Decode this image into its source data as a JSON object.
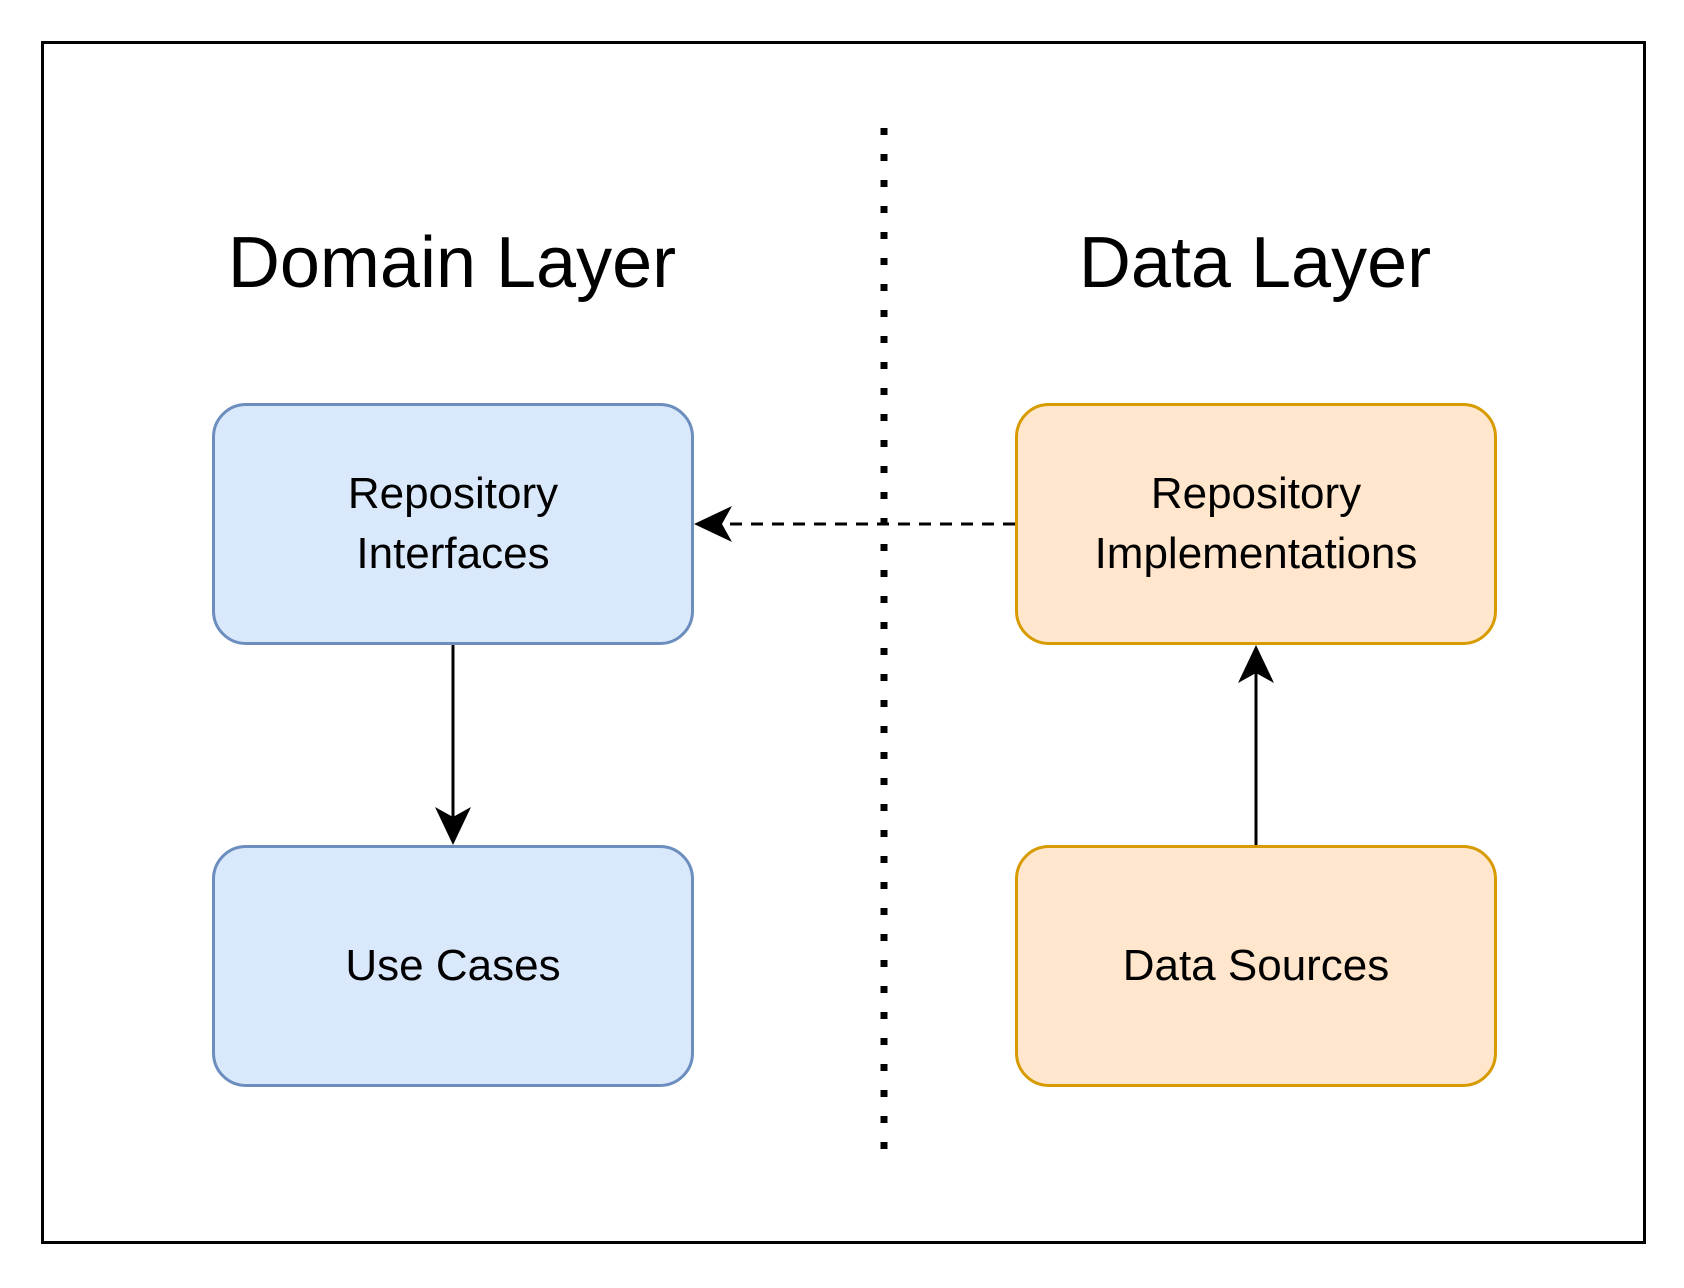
{
  "layers": {
    "domain": {
      "title": "Domain Layer",
      "color": {
        "fill": "#dae8fc",
        "stroke": "#6c8ebf"
      },
      "boxes": {
        "repository_interfaces": {
          "line1": "Repository",
          "line2": "Interfaces"
        },
        "use_cases": {
          "line1": "Use Cases"
        }
      }
    },
    "data": {
      "title": "Data Layer",
      "color": {
        "fill": "#ffe6cc",
        "stroke": "#d79b00"
      },
      "boxes": {
        "repository_implementations": {
          "line1": "Repository",
          "line2": "Implementations"
        },
        "data_sources": {
          "line1": "Data Sources"
        }
      }
    }
  },
  "connections": [
    {
      "from": "Repository Implementations",
      "to": "Repository Interfaces",
      "style": "dashed"
    },
    {
      "from": "Repository Interfaces",
      "to": "Use Cases",
      "style": "solid"
    },
    {
      "from": "Data Sources",
      "to": "Repository Implementations",
      "style": "solid"
    }
  ]
}
